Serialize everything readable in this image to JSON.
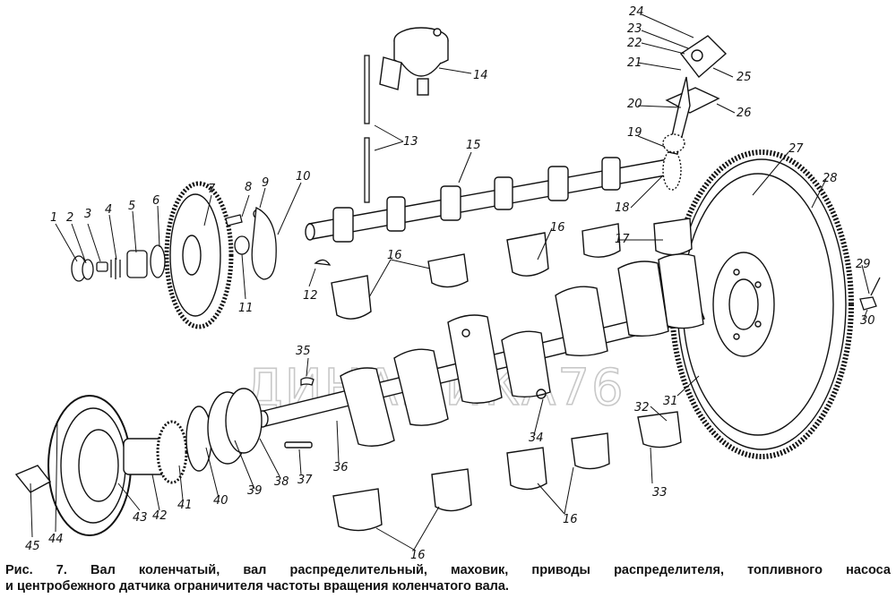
{
  "watermark": "ДИНАМИКА76",
  "caption": {
    "line1": "Рис. 7. Вал коленчатый, вал распределительный, маховик, приводы распределителя, топливного насоса",
    "line2": "и центробежного датчика ограничителя частоты вращения коленчатого вала."
  },
  "callouts": [
    "1",
    "2",
    "3",
    "4",
    "5",
    "6",
    "7",
    "8",
    "9",
    "10",
    "11",
    "12",
    "13",
    "14",
    "15",
    "16",
    "16",
    "16",
    "16",
    "16",
    "17",
    "18",
    "19",
    "20",
    "21",
    "22",
    "23",
    "24",
    "25",
    "26",
    "27",
    "28",
    "29",
    "30",
    "31",
    "32",
    "33",
    "34",
    "35",
    "36",
    "37",
    "38",
    "39",
    "40",
    "41",
    "42",
    "43",
    "44",
    "45"
  ],
  "colors": {
    "ink": "#111111",
    "watermark": "#c8c8c8",
    "background": "#ffffff"
  }
}
